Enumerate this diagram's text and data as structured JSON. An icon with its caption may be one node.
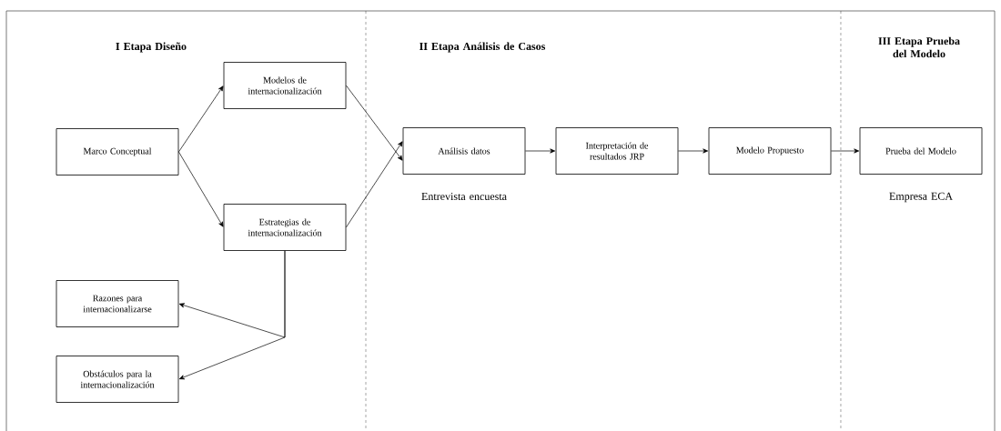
{
  "diagram": {
    "nodes": [
      {
        "text": [
          "Marco Conceptual"
        ]
      },
      {
        "text": [
          "Modelos de internacionalización"
        ]
      },
      {
        "text": [
          "Estrategias de internacionalización"
        ]
      },
      {
        "text": [
          "Razones para internacionalizarse"
        ]
      },
      {
        "text": [
          "Obstáculos para la internacionalización"
        ]
      },
      {
        "text": [
          "Análisis datos"
        ],
        "beside": [
          "Entrevista encuesta"
        ]
      },
      {
        "text": [
          "Interpretación de resultados JRP"
        ]
      },
      {
        "text": [
          "Modelo Propuesto"
        ]
      },
      {
        "text": [
          "Prueba del Modelo"
        ],
        "beside": [
          "Empresa ECA"
        ]
      }
    ],
    "edges": [
      {
        "from": 0,
        "to": 1,
        "arrow": "to"
      },
      {
        "from": 0,
        "to": 2,
        "arrow": "to"
      },
      {
        "from": 1,
        "to": 5,
        "arrow": "to"
      },
      {
        "from": 2,
        "to": 5,
        "arrow": "to"
      },
      {
        "from": 2,
        "to": 3,
        "arrow": "to"
      },
      {
        "from": 2,
        "to": 4,
        "arrow": "to"
      },
      {
        "from": 5,
        "to": 6,
        "arrow": "to"
      },
      {
        "from": 6,
        "to": 7,
        "arrow": "to"
      },
      {
        "from": 7,
        "to": 8,
        "arrow": "to"
      }
    ],
    "labels": [
      "I Etapa Diseño",
      "II Etapa Análisis de Casos",
      "III Etapa Prueba del Modelo"
    ]
  }
}
